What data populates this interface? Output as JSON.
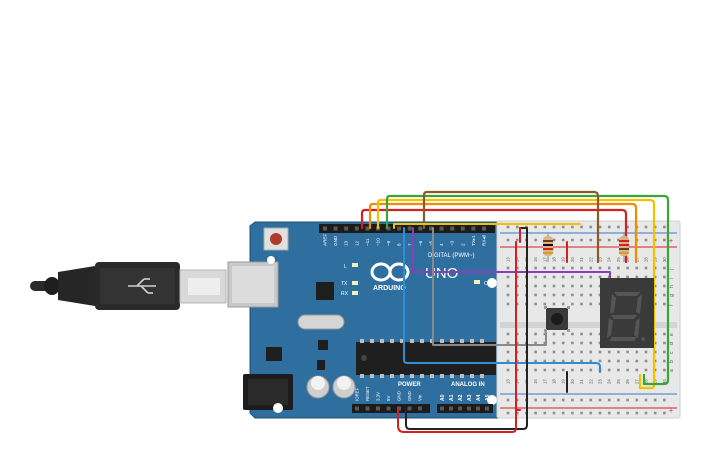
{
  "board": {
    "brand": "ARDUINO",
    "model": "UNO",
    "digital_header": "DIGITAL (PWM~)",
    "power_header": "POWER",
    "analog_header": "ANALOG IN",
    "on_label": "ON",
    "led_l": "L",
    "led_tx": "TX",
    "led_rx": "RX",
    "digital_pins": [
      "AREF",
      "GND",
      "13",
      "12",
      "~11",
      "~10",
      "~9",
      "8",
      "7",
      "~6",
      "~5",
      "4",
      "~3",
      "2",
      "TX▸1",
      "RX◂0"
    ],
    "power_pins": [
      "IOREF",
      "RESET",
      "3.3V",
      "5V",
      "GND",
      "GND",
      "Vin"
    ],
    "analog_pins": [
      "A0",
      "A1",
      "A2",
      "A3",
      "A4",
      "A5"
    ]
  },
  "breadboard": {
    "row_letters_top": [
      "j",
      "i",
      "h",
      "g",
      "f"
    ],
    "row_letters_bottom": [
      "e",
      "d",
      "c",
      "b",
      "a"
    ],
    "column_numbers": [
      "13",
      "14",
      "15",
      "16",
      "17",
      "18",
      "19",
      "20",
      "21",
      "22",
      "23",
      "24",
      "25",
      "26",
      "27",
      "28",
      "29",
      "30"
    ],
    "rail_plus": "+",
    "rail_minus": "-"
  },
  "display": {
    "digit": "8"
  },
  "colors": {
    "board_blue": "#2f6f9f",
    "breadboard_bg": "#e8e8e8",
    "wire_red": "#d42020",
    "wire_orange": "#f08c00",
    "wire_yellow": "#f2c200",
    "wire_green": "#3aa635",
    "wire_brown": "#8b5a2b",
    "wire_blue": "#2a8fd6",
    "wire_purple": "#8a3fb8",
    "wire_gray": "#8a8a8a",
    "wire_black": "#222222"
  }
}
